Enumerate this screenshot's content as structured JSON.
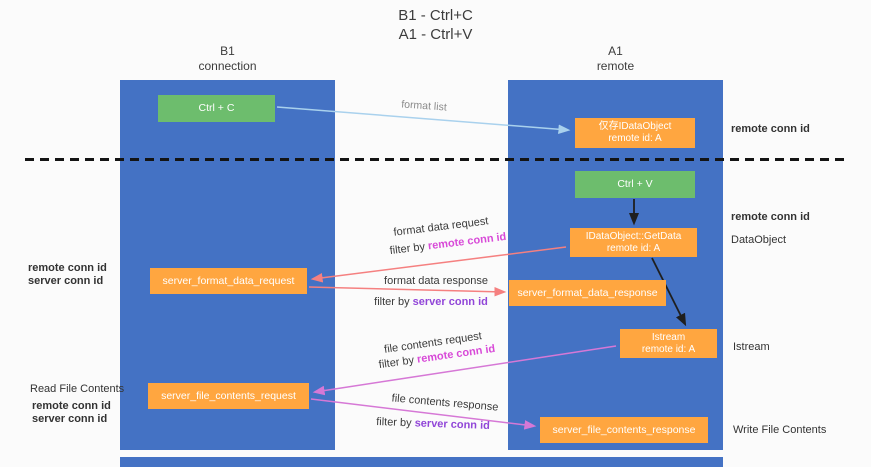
{
  "title": {
    "line1": "B1 - Ctrl+C",
    "line2": "A1 - Ctrl+V"
  },
  "lanes": {
    "left": {
      "name": "B1",
      "role": "connection"
    },
    "right": {
      "name": "A1",
      "role": "remote"
    }
  },
  "nodes": {
    "ctrl_c": {
      "label": "Ctrl + C"
    },
    "ctrl_v": {
      "label": "Ctrl + V"
    },
    "idataobject": {
      "line1": "仅存IDataObject",
      "line2": "remote id: A"
    },
    "getdata": {
      "line1": "IDataObject::GetData",
      "line2": "remote id: A"
    },
    "istream": {
      "line1": "Istream",
      "line2": "remote id: A"
    },
    "format_request": {
      "label": "server_format_data_request"
    },
    "format_response": {
      "label": "server_format_data_response"
    },
    "file_request": {
      "label": "server_file_contents_request"
    },
    "file_response": {
      "label": "server_file_contents_response"
    }
  },
  "arrow_labels": {
    "format_list": "format list",
    "format_data_request": "format data request",
    "format_data_response": "format data response",
    "file_contents_request": "file contents request",
    "file_contents_response": "file contents response",
    "filter_by": "filter by ",
    "remote_conn_id": "remote conn id",
    "server_conn_id": "server conn id"
  },
  "side_labels": {
    "remote_conn_id": "remote conn id",
    "server_conn_id": "server conn id",
    "dataobject": "DataObject",
    "istream": "Istream",
    "read_file_contents": "Read File Contents",
    "write_file_contents": "Write File Contents"
  },
  "colors": {
    "lane": "#4472c4",
    "green": "#6dbd6d",
    "orange": "#ffa640",
    "arrow-blue": "#a9d1ed",
    "arrow-black": "#1f1f1f",
    "arrow-red": "#f58080",
    "arrow-magenta": "#d678d6",
    "magenta-text": "#d84ad8",
    "purple-text": "#9146d8",
    "violet-text": "#b44fd8",
    "green-text": "#3fae49"
  }
}
